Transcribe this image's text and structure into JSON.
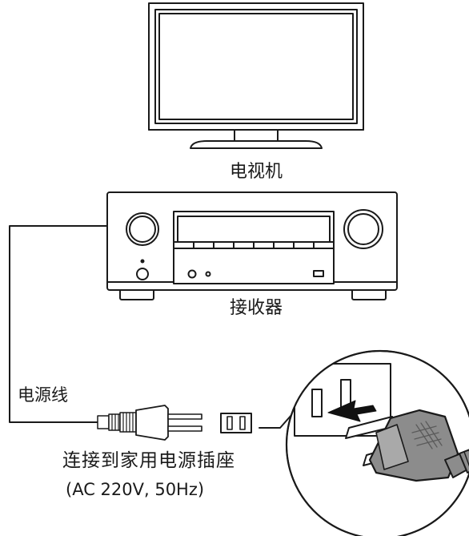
{
  "labels": {
    "tv": "电视机",
    "receiver": "接收器",
    "power_cord": "电源线",
    "outlet": "连接到家用电源插座",
    "rating": "(AC 220V, 50Hz)"
  },
  "colors": {
    "line": "#1a1a1a",
    "plug_fill": "#8c8c8c",
    "plug_dark": "#5a5a5a",
    "arrow": "#111111",
    "background": "#ffffff"
  },
  "icons": {
    "tv": "television-icon",
    "receiver": "av-receiver-icon",
    "plug": "power-plug-icon",
    "outlet": "wall-outlet-icon",
    "arrow": "insert-arrow-icon"
  }
}
